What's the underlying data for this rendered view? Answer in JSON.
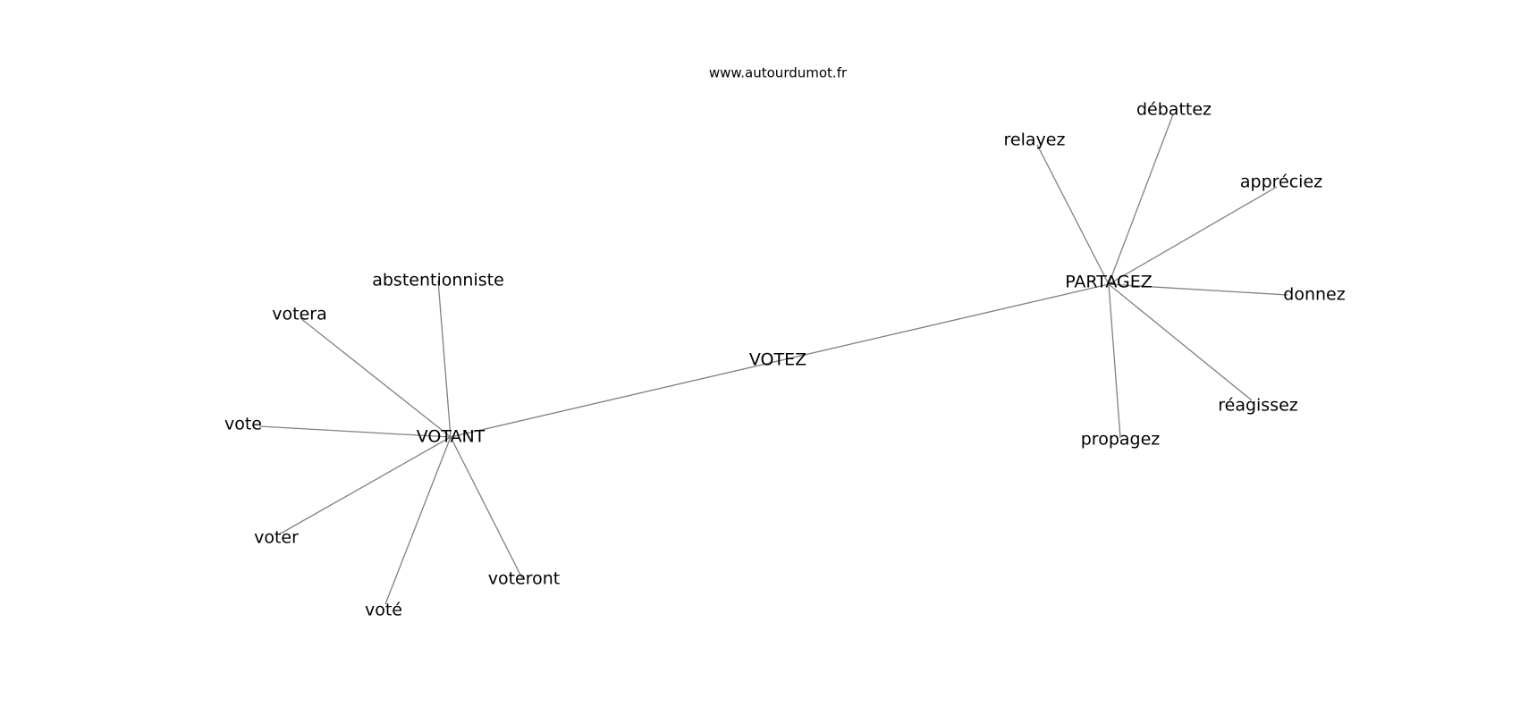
{
  "caption": "www.autourdumot.fr",
  "graph": {
    "nodes": [
      {
        "id": "votez",
        "label": "VOTEZ"
      },
      {
        "id": "votant",
        "label": "VOTANT"
      },
      {
        "id": "partagez",
        "label": "PARTAGEZ"
      },
      {
        "id": "abstentionniste",
        "label": "abstentionniste"
      },
      {
        "id": "votera",
        "label": "votera"
      },
      {
        "id": "vote",
        "label": "vote"
      },
      {
        "id": "voter",
        "label": "voter"
      },
      {
        "id": "vote_pp",
        "label": "voté"
      },
      {
        "id": "voteront",
        "label": "voteront"
      },
      {
        "id": "relayez",
        "label": "relayez"
      },
      {
        "id": "debattez",
        "label": "débattez"
      },
      {
        "id": "appreciez",
        "label": "appréciez"
      },
      {
        "id": "donnez",
        "label": "donnez"
      },
      {
        "id": "reagissez",
        "label": "réagissez"
      },
      {
        "id": "propagez",
        "label": "propagez"
      }
    ],
    "edges": [
      [
        "votant",
        "partagez"
      ],
      [
        "votant",
        "abstentionniste"
      ],
      [
        "votant",
        "votera"
      ],
      [
        "votant",
        "vote"
      ],
      [
        "votant",
        "voter"
      ],
      [
        "votant",
        "vote_pp"
      ],
      [
        "votant",
        "voteront"
      ],
      [
        "partagez",
        "relayez"
      ],
      [
        "partagez",
        "debattez"
      ],
      [
        "partagez",
        "appreciez"
      ],
      [
        "partagez",
        "donnez"
      ],
      [
        "partagez",
        "reagissez"
      ],
      [
        "partagez",
        "propagez"
      ]
    ]
  }
}
